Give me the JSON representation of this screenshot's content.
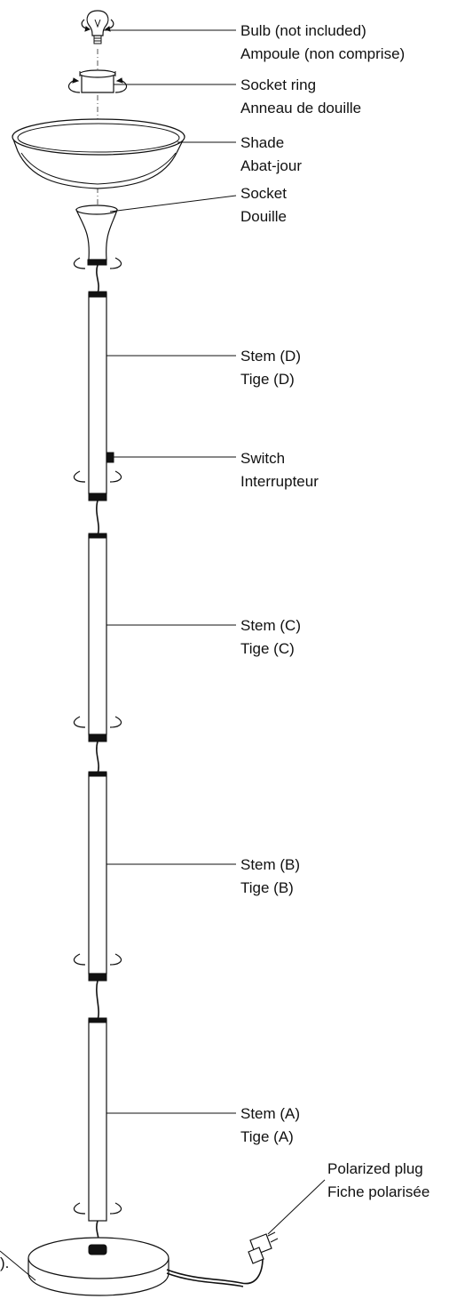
{
  "parts": [
    {
      "id": "bulb",
      "en": "Bulb (not included)",
      "fr": "Ampoule (non comprise)"
    },
    {
      "id": "socket-ring",
      "en": "Socket ring",
      "fr": "Anneau de douille"
    },
    {
      "id": "shade",
      "en": "Shade",
      "fr": "Abat-jour"
    },
    {
      "id": "socket",
      "en": "Socket",
      "fr": "Douille"
    },
    {
      "id": "stem-d",
      "en": "Stem (D)",
      "fr": "Tige (D)"
    },
    {
      "id": "switch",
      "en": "Switch",
      "fr": "Interrupteur"
    },
    {
      "id": "stem-c",
      "en": "Stem (C)",
      "fr": "Tige (C)"
    },
    {
      "id": "stem-b",
      "en": "Stem (B)",
      "fr": "Tige (B)"
    },
    {
      "id": "stem-a",
      "en": "Stem (A)",
      "fr": "Tige (A)"
    },
    {
      "id": "plug",
      "en": "Polarized plug",
      "fr": "Fiche polarisée"
    }
  ],
  "base_label_fragment": ")."
}
